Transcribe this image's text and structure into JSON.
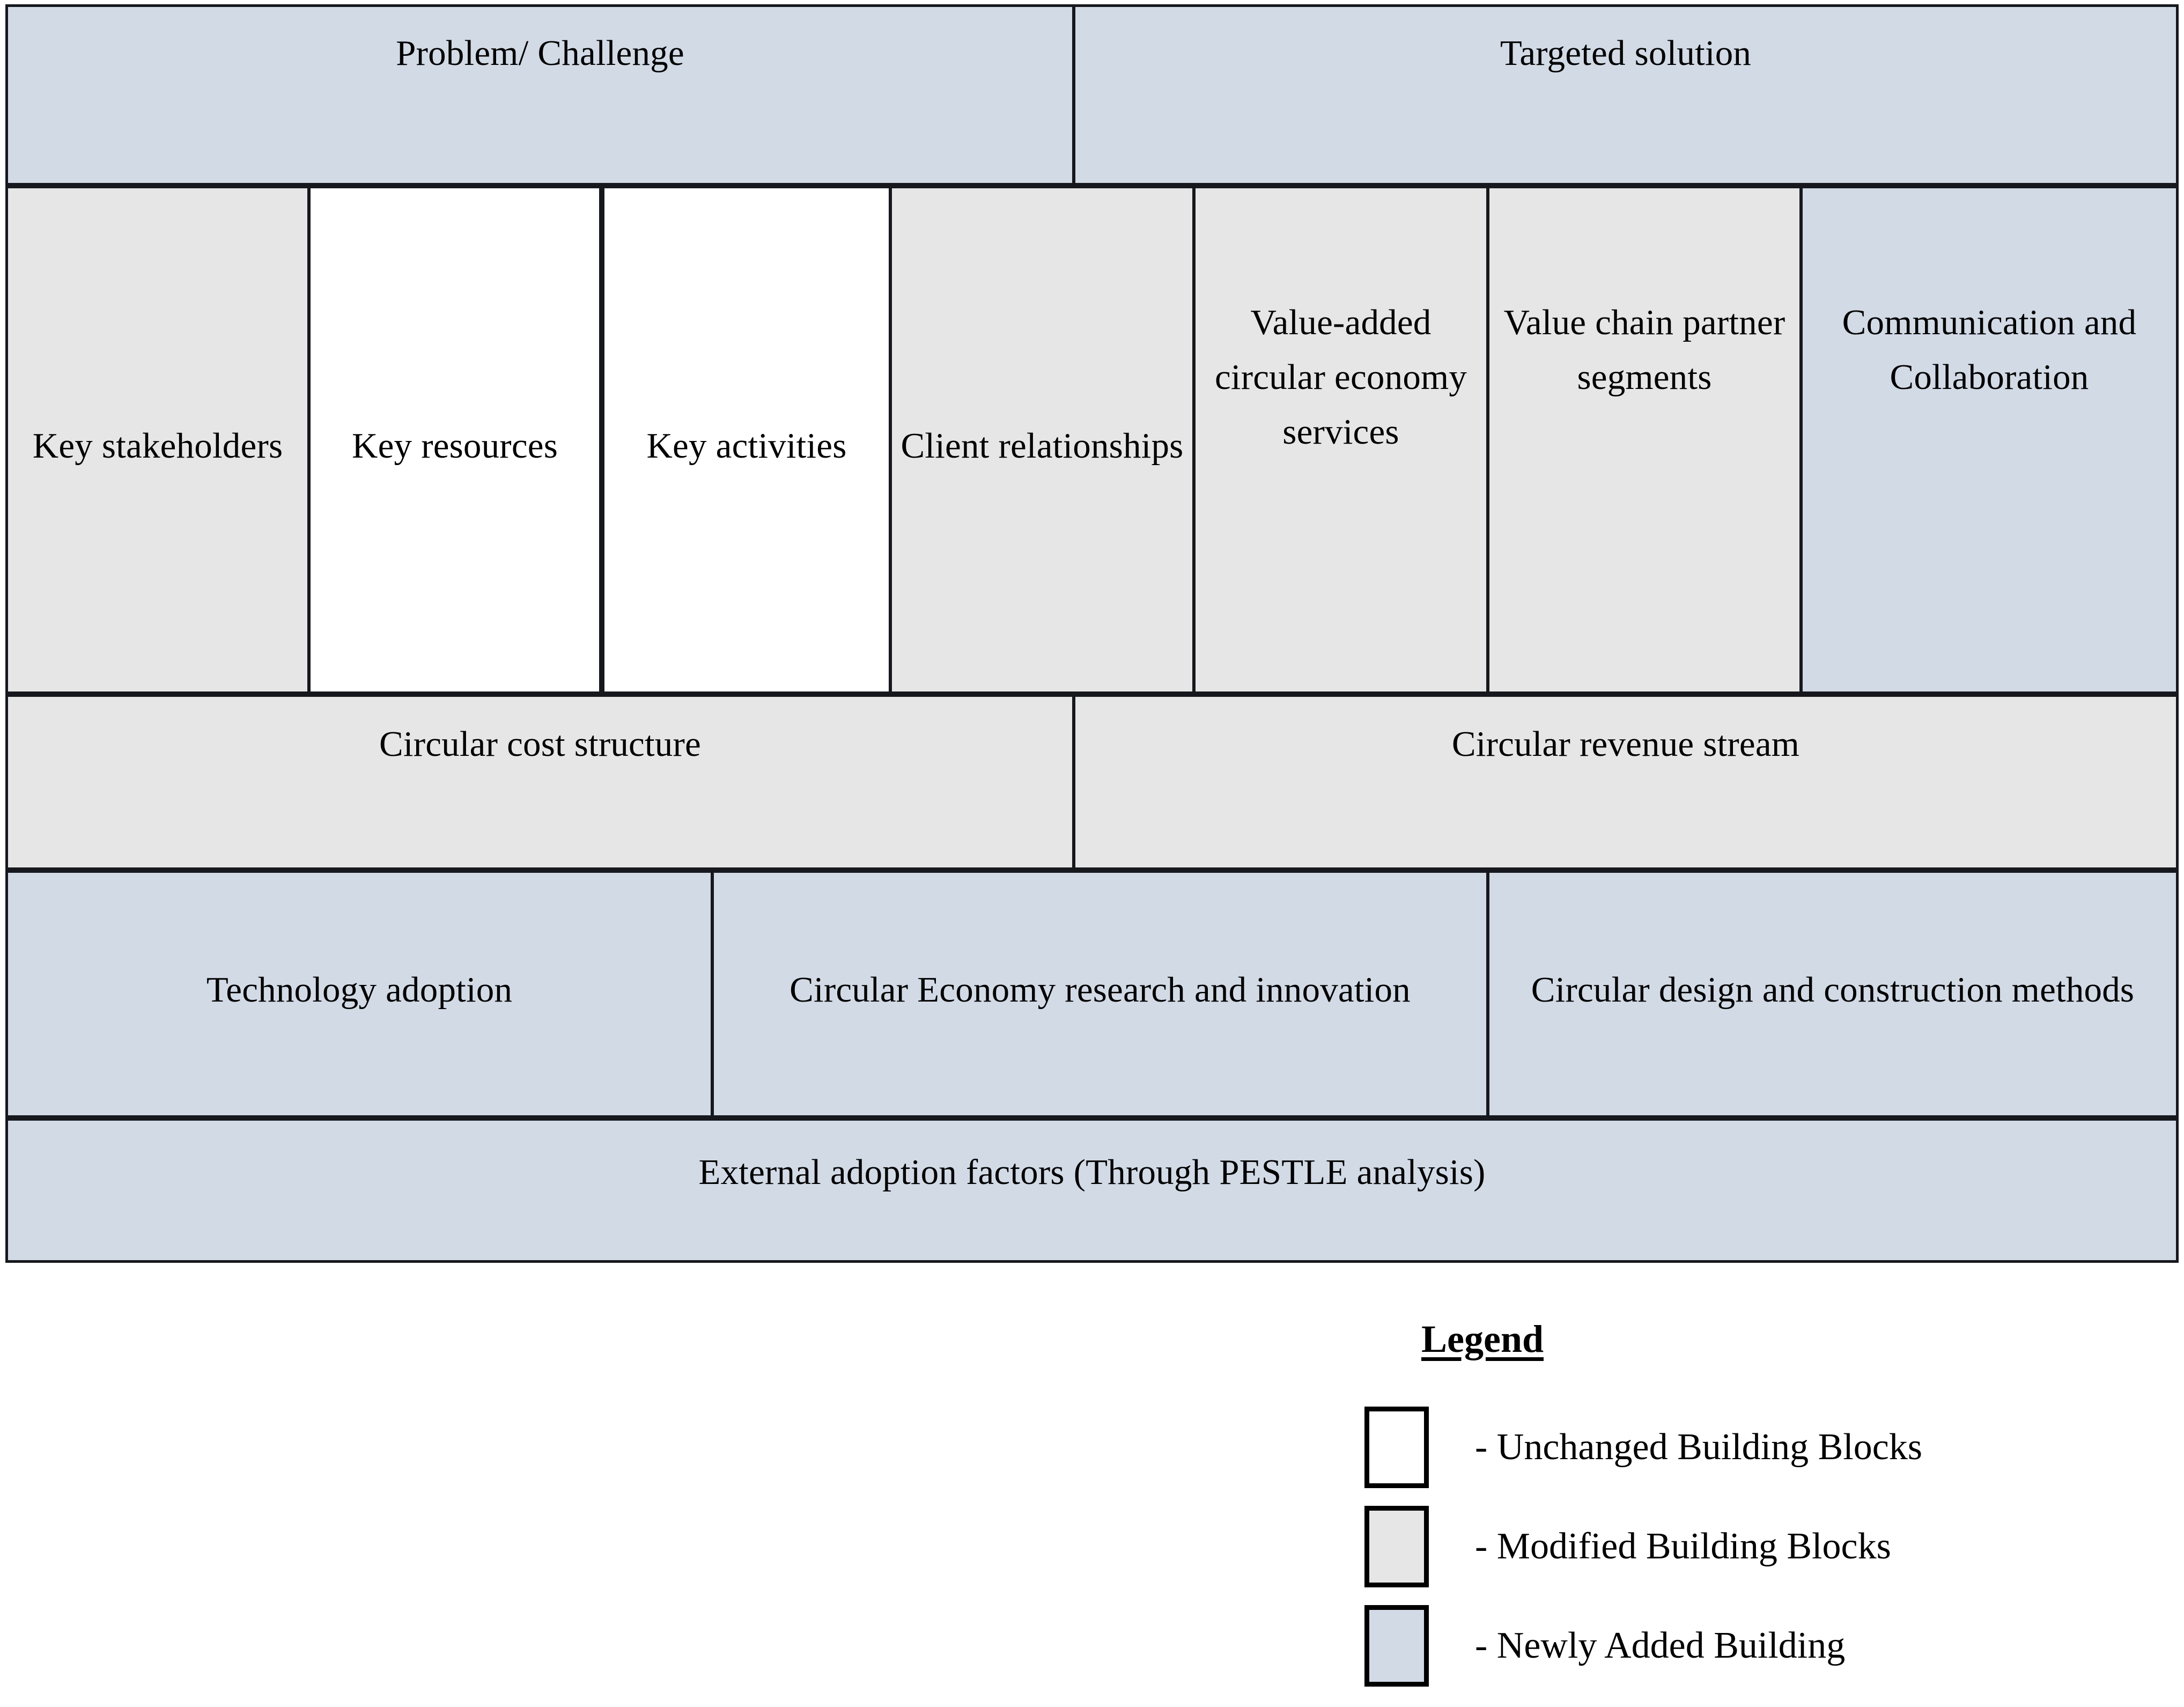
{
  "diagram": {
    "title_row": [
      {
        "label": "Problem/ Challenge",
        "fill": "new"
      },
      {
        "label": "Targeted solution",
        "fill": "new"
      }
    ],
    "building_blocks": [
      {
        "label": "Key stakeholders",
        "fill": "modified"
      },
      {
        "label": "Key resources",
        "fill": "unchanged"
      },
      {
        "label": "Key activities",
        "fill": "unchanged"
      },
      {
        "label": "Client relationships",
        "fill": "modified"
      },
      {
        "label": "Value-added circular economy services",
        "fill": "modified"
      },
      {
        "label": "Value chain partner segments",
        "fill": "modified"
      },
      {
        "label": "Communication and Collaboration",
        "fill": "new"
      }
    ],
    "finance_row": [
      {
        "label": "Circular cost structure",
        "fill": "modified"
      },
      {
        "label": "Circular revenue stream",
        "fill": "modified"
      }
    ],
    "enabler_row": [
      {
        "label": "Technology adoption",
        "fill": "new"
      },
      {
        "label": "Circular Economy research and innovation",
        "fill": "new"
      },
      {
        "label": "Circular design and construction methods",
        "fill": "new"
      }
    ],
    "footer_row": [
      {
        "label": "External adoption factors (Through PESTLE analysis)",
        "fill": "new"
      }
    ]
  },
  "legend": {
    "title": "Legend",
    "items": [
      {
        "swatch": "unchanged",
        "label": "- Unchanged Building Blocks",
        "color": "#ffffff"
      },
      {
        "swatch": "modified",
        "label": "- Modified Building Blocks",
        "color": "#e6e6e6"
      },
      {
        "swatch": "new",
        "label": "- Newly Added Building",
        "color": "#d2dae6"
      }
    ]
  },
  "colors": {
    "unchanged": "#ffffff",
    "modified": "#e6e6e6",
    "new": "#d2dae6",
    "border": "#16181d",
    "background": "#ffffff"
  }
}
